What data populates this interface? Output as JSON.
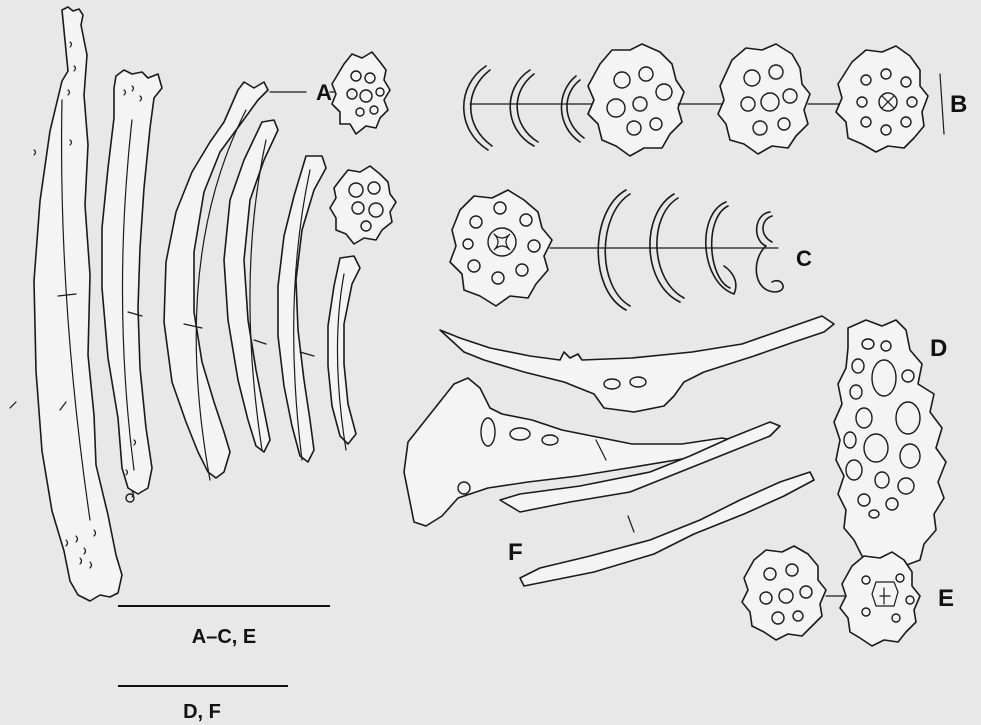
{
  "figure": {
    "panel_labels": {
      "a": "A",
      "b": "B",
      "c": "C",
      "d": "D",
      "e": "E",
      "f": "F"
    },
    "scale_bars": [
      {
        "label": "A–C, E"
      },
      {
        "label": "D, F"
      }
    ]
  }
}
